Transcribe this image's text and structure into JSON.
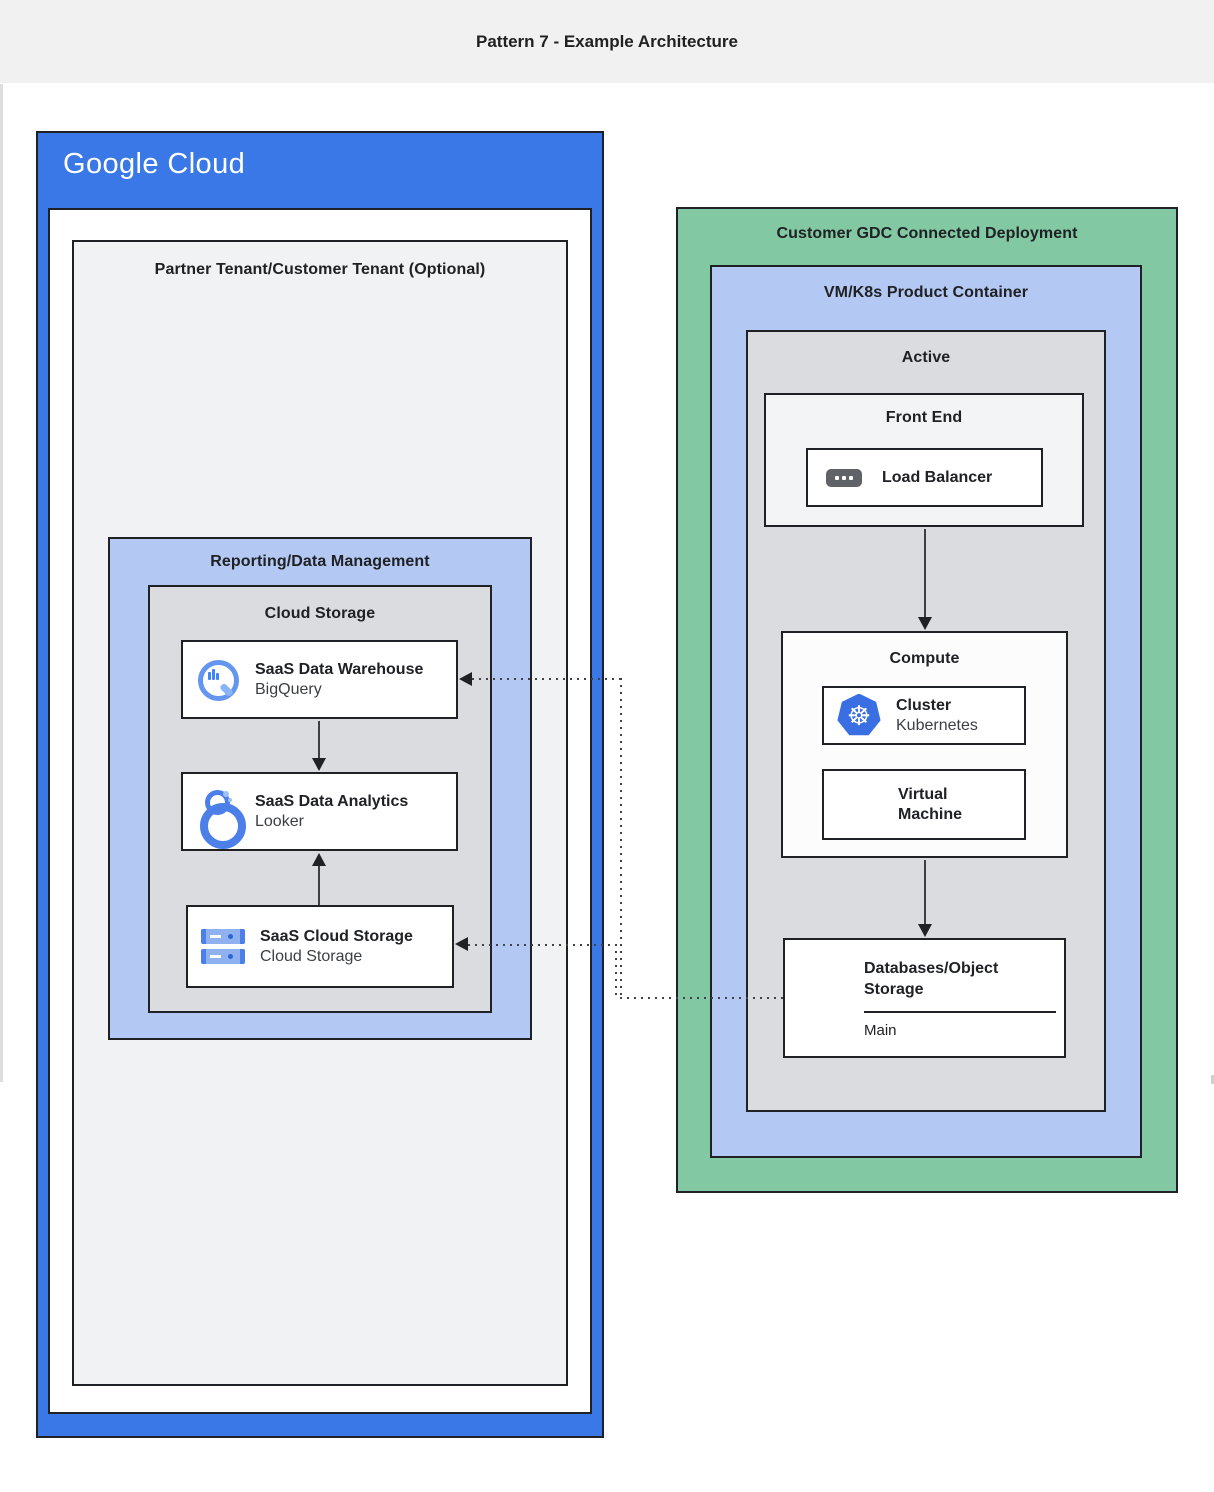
{
  "header": {
    "title": "Pattern 7 - Example Architecture"
  },
  "google_cloud": {
    "logo": "Google Cloud",
    "partner_tenant_label": "Partner Tenant/Customer Tenant (Optional)",
    "reporting_label": "Reporting/Data Management",
    "cloud_storage_label": "Cloud Storage",
    "warehouse_card": {
      "title": "SaaS Data Warehouse",
      "subtitle": "BigQuery",
      "icon": "bigquery-icon"
    },
    "analytics_card": {
      "title": "SaaS Data Analytics",
      "subtitle": "Looker",
      "icon": "looker-icon"
    },
    "storage_card": {
      "title": "SaaS Cloud Storage",
      "subtitle": "Cloud Storage",
      "icon": "cloud-storage-icon"
    }
  },
  "gdc": {
    "label": "Customer GDC Connected Deployment",
    "vmk8s_label": "VM/K8s Product Container",
    "active_label": "Active",
    "front_end_label": "Front End",
    "load_balancer_card": {
      "title": "Load Balancer",
      "icon": "load-balancer-icon"
    },
    "compute_label": "Compute",
    "cluster_card": {
      "title": "Cluster",
      "subtitle": "Kubernetes",
      "icon": "kubernetes-icon"
    },
    "vm_card": {
      "title": "Virtual Machine",
      "icon": "virtual-machine-icon"
    },
    "databases_card": {
      "title": "Databases/Object Storage",
      "section_label": "Main",
      "icon": "databases-icon"
    }
  },
  "colors": {
    "google_blue": "#3b78e7",
    "gdc_green": "#81c8a3",
    "panel_blue": "#b3c8f2",
    "panel_gray": "#dbdce0",
    "panel_light": "#f1f2f4",
    "border_dark": "#202124",
    "icon_blue": "#4285f4",
    "icon_gray": "#757575"
  }
}
